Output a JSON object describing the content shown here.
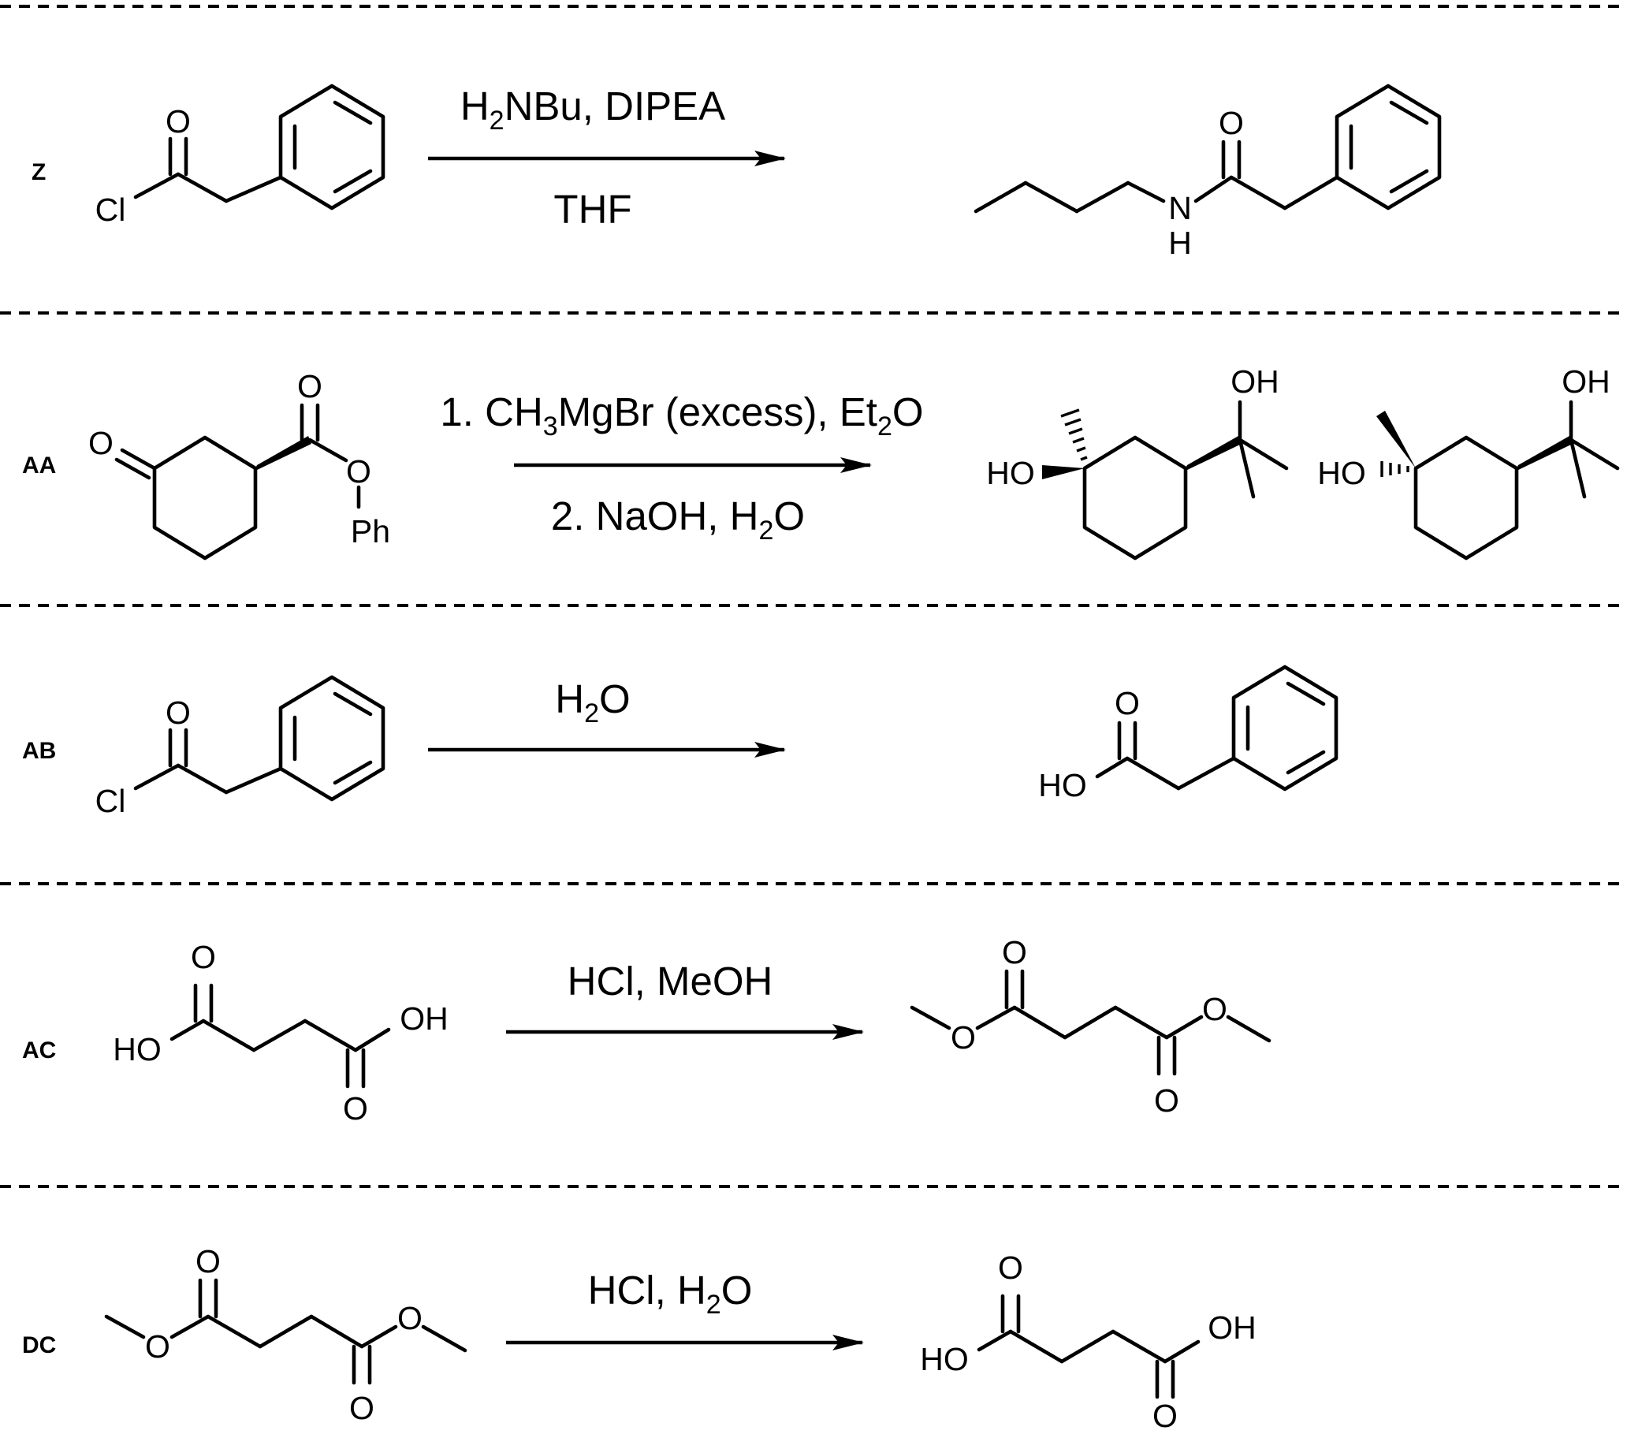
{
  "reactions": [
    {
      "label": "Z",
      "conditions_above": {
        "pre": "H",
        "sub": "2",
        "post": "NBu, DIPEA"
      },
      "conditions_below": {
        "text": "THF"
      },
      "reactant": {
        "atoms": {
          "o": "O",
          "cl": "Cl"
        }
      },
      "product": {
        "atoms": {
          "o": "O",
          "n": "N",
          "h": "H"
        }
      }
    },
    {
      "label": "AA",
      "conditions_above": {
        "pre": "1. CH",
        "sub": "3",
        "mid": "MgBr (excess), Et",
        "sub2": "2",
        "post": "O"
      },
      "conditions_below": {
        "pre": "2. NaOH, H",
        "sub": "2",
        "post": "O"
      },
      "reactant": {
        "atoms": {
          "ketone_o": "O",
          "ester_o": "O",
          "ether_o": "O",
          "ph": "Ph"
        }
      },
      "product1": {
        "atoms": {
          "oh_top": "OH",
          "ho_left": "HO"
        }
      },
      "product2": {
        "atoms": {
          "oh_top": "OH",
          "ho_left": "HO"
        }
      }
    },
    {
      "label": "AB",
      "conditions_above": {
        "pre": "H",
        "sub": "2",
        "post": "O"
      },
      "reactant": {
        "atoms": {
          "o": "O",
          "cl": "Cl"
        }
      },
      "product": {
        "atoms": {
          "o": "O",
          "ho": "HO"
        }
      }
    },
    {
      "label": "AC",
      "conditions_above": {
        "text": "HCl, MeOH"
      },
      "reactant": {
        "atoms": {
          "o1": "O",
          "ho": "HO",
          "oh": "OH",
          "o2": "O"
        }
      },
      "product": {
        "atoms": {
          "o1": "O",
          "o_ether1": "O",
          "o_ether2": "O",
          "o2": "O"
        }
      }
    },
    {
      "label": "DC",
      "conditions_above": {
        "pre": "HCl, H",
        "sub": "2",
        "post": "O"
      },
      "reactant": {
        "atoms": {
          "o1": "O",
          "o_ether1": "O",
          "o_ether2": "O",
          "o2": "O"
        }
      },
      "product": {
        "atoms": {
          "o1": "O",
          "ho": "HO",
          "oh": "OH",
          "o2": "O"
        }
      }
    }
  ]
}
